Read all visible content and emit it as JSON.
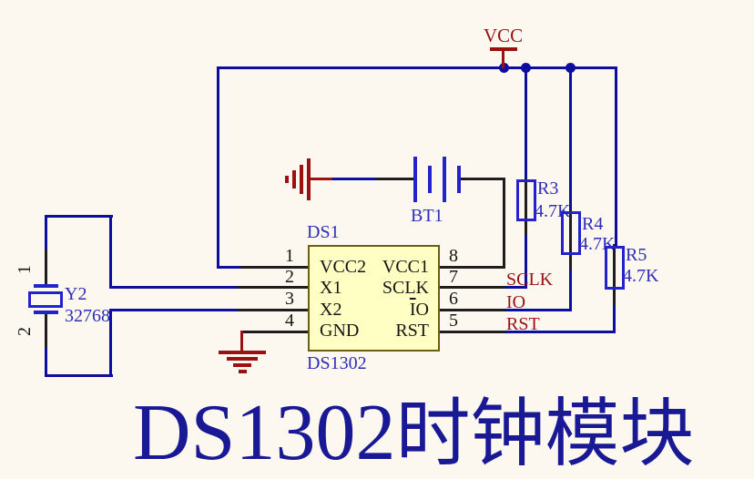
{
  "colors": {
    "background": "#fcf8ef",
    "wire_blue": "#0d0da0",
    "component_blue": "#2323cd",
    "label_blue": "#2d2db8",
    "dark_red": "#9b1111",
    "lead_black": "#1d1d1d",
    "ic_fill": "#ffffc4",
    "ic_border": "#6b5f17",
    "title_blue": "#191996"
  },
  "power": {
    "vcc": "VCC"
  },
  "ic": {
    "designator": "DS1",
    "part_number": "DS1302",
    "left_pins": [
      {
        "num": "1",
        "name": "VCC2"
      },
      {
        "num": "2",
        "name": "X1"
      },
      {
        "num": "3",
        "name": "X2"
      },
      {
        "num": "4",
        "name": "GND"
      }
    ],
    "right_pins": [
      {
        "num": "8",
        "name": "VCC1",
        "bar": ""
      },
      {
        "num": "7",
        "name": "SCLK",
        "bar": ""
      },
      {
        "num": "6",
        "name": "O",
        "bar": "I"
      },
      {
        "num": "5",
        "name": "RST",
        "bar": ""
      }
    ]
  },
  "resistors": [
    {
      "designator": "R3",
      "value": "4.7K"
    },
    {
      "designator": "R4",
      "value": "4.7K"
    },
    {
      "designator": "R5",
      "value": "4.7K"
    }
  ],
  "battery": {
    "designator": "BT1"
  },
  "crystal": {
    "designator": "Y2",
    "value": "32768",
    "pin1": "1",
    "pin2": "2"
  },
  "net_labels": {
    "sclk": "SCLK",
    "io": "IO",
    "rst": "RST"
  },
  "title": {
    "latin": "DS1302",
    "cjk": "时钟模块"
  }
}
